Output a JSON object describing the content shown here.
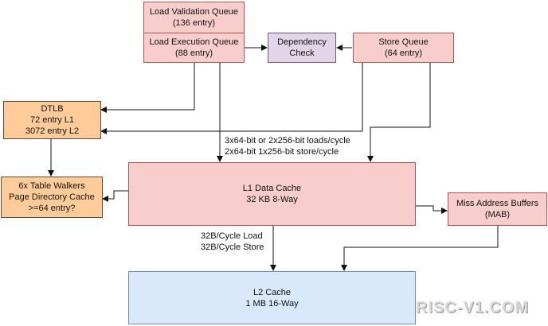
{
  "nodes": {
    "lvq": {
      "line1": "Load Validation Queue",
      "line2": "(136 entry)"
    },
    "leq": {
      "line1": "Load Execution Queue",
      "line2": "(88 entry)"
    },
    "dep": {
      "line1": "Dependency",
      "line2": "Check"
    },
    "sq": {
      "line1": "Store Queue",
      "line2": "(64 entry)"
    },
    "dtlb": {
      "line1": "DTLB",
      "line2": "72 entry L1",
      "line3": "3072 entry L2"
    },
    "tw": {
      "line1": "6x Table Walkers",
      "line2": "Page Directory Cache",
      "line3": ">=64 entry?"
    },
    "l1": {
      "line1": "L1 Data Cache",
      "line2": "32 KB 8-Way"
    },
    "mab": {
      "line1": "Miss Address Buffers",
      "line2": "(MAB)"
    },
    "l2": {
      "line1": "L2 Cache",
      "line2": "1 MB 16-Way"
    }
  },
  "edge_labels": {
    "loads_line1": "3x64-bit or 2x256-bit loads/cycle",
    "loads_line2": "2x64-bit 1x256-bit  store/cycle",
    "l2_line1": "32B/Cycle Load",
    "l2_line2": "32B/Cycle Store"
  },
  "watermark": "RISC-V1.COM",
  "colors": {
    "pink": "#f8cecc",
    "orange": "#ffcc99",
    "purple": "#e1d5e7",
    "blue": "#dae8fc"
  }
}
